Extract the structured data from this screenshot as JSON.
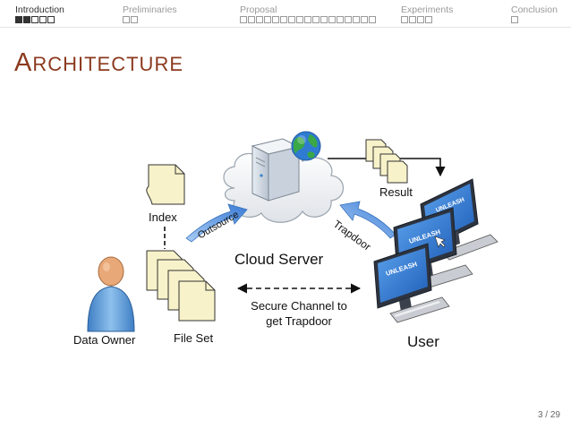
{
  "nav": {
    "sections": [
      {
        "label": "Introduction",
        "dots": 5,
        "filled": 2,
        "active": true
      },
      {
        "label": "Preliminaries",
        "dots": 2,
        "filled": 0,
        "active": false
      },
      {
        "label": "Proposal",
        "dots": 17,
        "filled": 0,
        "active": false
      },
      {
        "label": "Experiments",
        "dots": 4,
        "filled": 0,
        "active": false
      },
      {
        "label": "Conclusion",
        "dots": 1,
        "filled": 0,
        "active": false
      }
    ]
  },
  "slide": {
    "title_first": "A",
    "title_rest": "RCHITECTURE",
    "page_number": "3 / 29"
  },
  "diagram": {
    "index_label": "Index",
    "fileset_label": "File Set",
    "owner_label": "Data Owner",
    "outsource_label": "Outsource",
    "server_label": "Cloud Server",
    "result_label": "Result",
    "trapdoor_label": "Trapdoor",
    "channel_line1": "Secure Channel to",
    "channel_line2": "get Trapdoor",
    "user_label": "User",
    "screen_text": "UNLEASH"
  },
  "colors": {
    "accent": "#8b3a1e",
    "nav_active": "#333333",
    "nav_inactive": "#9a9a9a",
    "arrow_blue": "#4a8ad8",
    "doc_fill": "#f7f2c9",
    "person_blue": "#5b9bd5",
    "person_head": "#e8a878"
  }
}
